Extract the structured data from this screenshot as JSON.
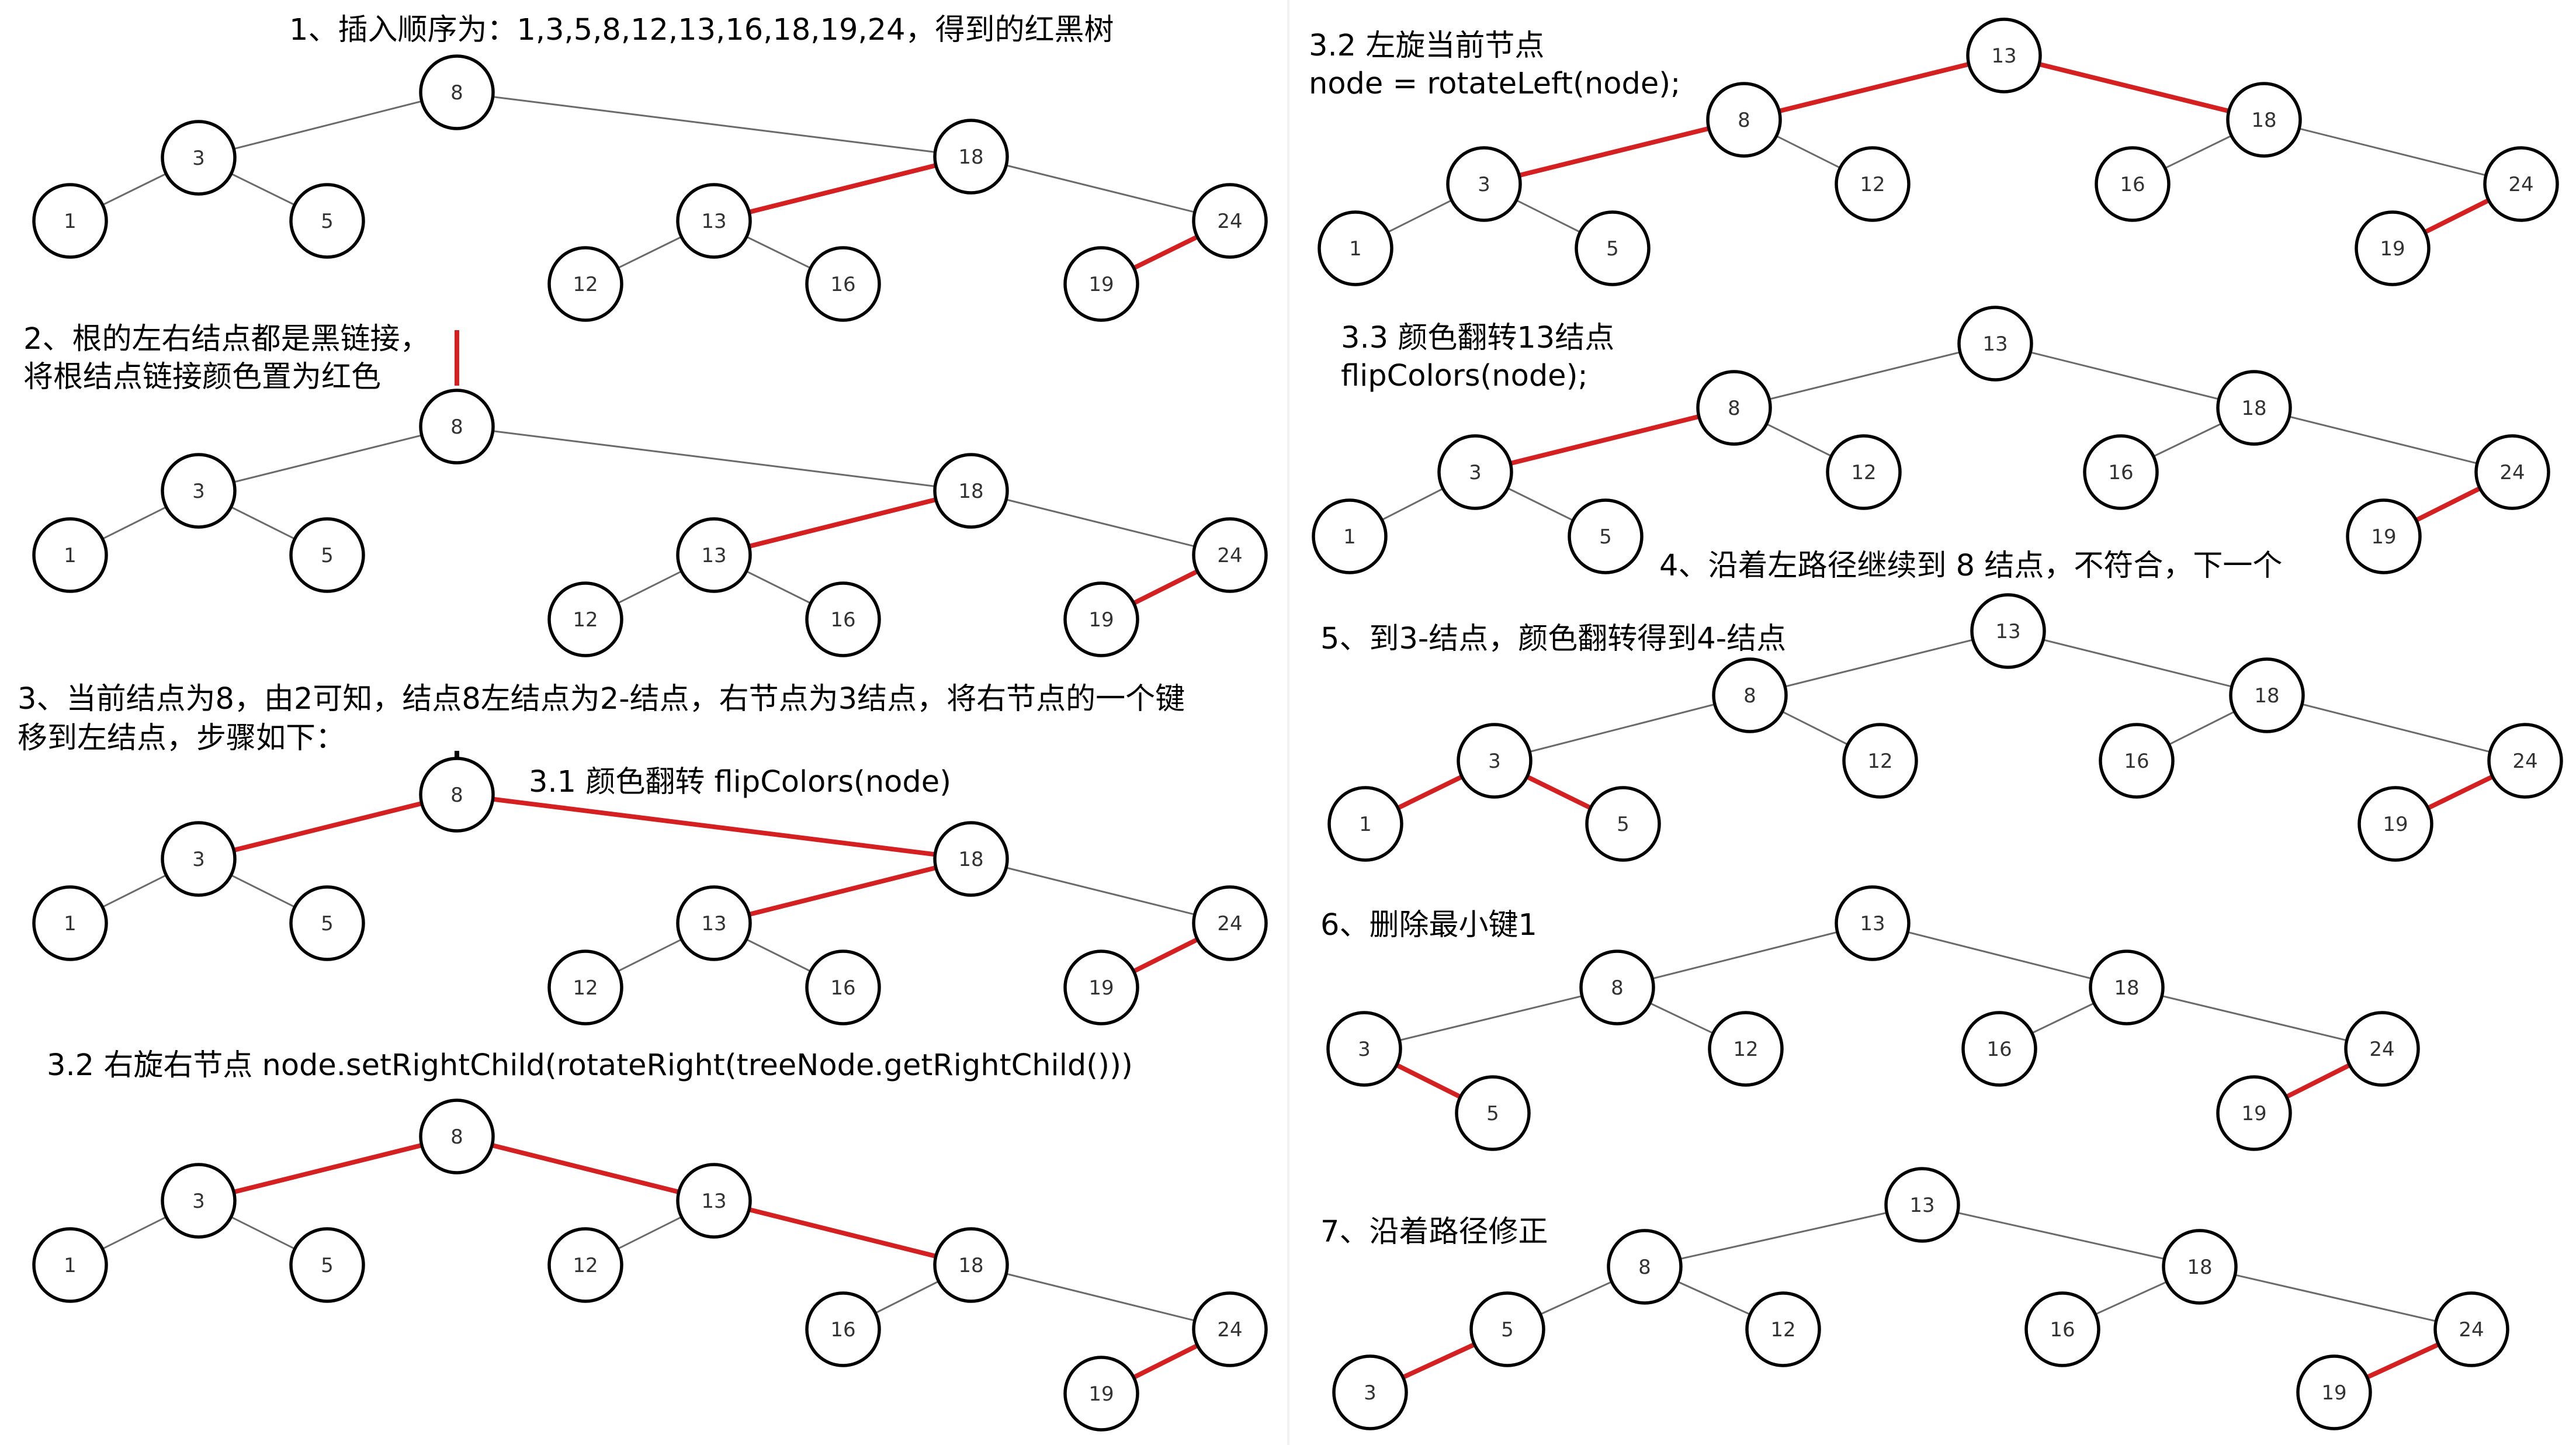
{
  "colors": {
    "red_link": "#d42020",
    "black_link": "#6a6a6a",
    "node_stroke": "#000000",
    "text": "#000000"
  },
  "captions": {
    "step1": "1、插入顺序为：1,3,5,8,12,13,16,18,19,24，得到的红黑树",
    "step2_line1": "2、根的左右结点都是黑链接，",
    "step2_line2": "将根结点链接颜色置为红色",
    "step3_line1": "3、当前结点为8，由2可知，结点8左结点为2-结点，右节点为3结点，将右节点的一个键",
    "step3_line2": "移到左结点，步骤如下：",
    "step3_1": "3.1 颜色翻转 flipColors(node)",
    "step3_2a": "3.2 右旋右节点 node.setRightChild(rotateRight(treeNode.getRightChild()))",
    "step3_2b_line1": "3.2 左旋当前节点",
    "step3_2b_line2": "node = rotateLeft(node);",
    "step3_3_line1": "3.3 颜色翻转13结点",
    "step3_3_line2": "flipColors(node);",
    "step4": "4、沿着左路径继续到 8 结点，不符合，下一个",
    "step5": "5、到3-结点，颜色翻转得到4-结点",
    "step6": "6、删除最小键1",
    "step7": "7、沿着路径修正"
  },
  "trees": [
    {
      "id": "t1",
      "nodes": [
        "8",
        "3",
        "1",
        "5",
        "18",
        "13",
        "12",
        "16",
        "24",
        "19"
      ],
      "edges": [
        [
          "8",
          "3",
          "black"
        ],
        [
          "8",
          "18",
          "black"
        ],
        [
          "3",
          "1",
          "black"
        ],
        [
          "3",
          "5",
          "black"
        ],
        [
          "18",
          "13",
          "red"
        ],
        [
          "18",
          "24",
          "black"
        ],
        [
          "13",
          "12",
          "black"
        ],
        [
          "13",
          "16",
          "black"
        ],
        [
          "24",
          "19",
          "red"
        ]
      ]
    },
    {
      "id": "t2",
      "nodes": [
        "8",
        "3",
        "1",
        "5",
        "18",
        "13",
        "12",
        "16",
        "24",
        "19"
      ],
      "edges": [
        [
          "8",
          "3",
          "black"
        ],
        [
          "8",
          "18",
          "black"
        ],
        [
          "3",
          "1",
          "black"
        ],
        [
          "3",
          "5",
          "black"
        ],
        [
          "18",
          "13",
          "red"
        ],
        [
          "18",
          "24",
          "black"
        ],
        [
          "13",
          "12",
          "black"
        ],
        [
          "13",
          "16",
          "black"
        ],
        [
          "24",
          "19",
          "red"
        ]
      ]
    },
    {
      "id": "t3",
      "nodes": [
        "8",
        "3",
        "1",
        "5",
        "18",
        "13",
        "12",
        "16",
        "24",
        "19"
      ],
      "edges": [
        [
          "8",
          "3",
          "red"
        ],
        [
          "8",
          "18",
          "red"
        ],
        [
          "3",
          "1",
          "black"
        ],
        [
          "3",
          "5",
          "black"
        ],
        [
          "18",
          "13",
          "red"
        ],
        [
          "18",
          "24",
          "black"
        ],
        [
          "13",
          "12",
          "black"
        ],
        [
          "13",
          "16",
          "black"
        ],
        [
          "24",
          "19",
          "red"
        ]
      ]
    },
    {
      "id": "t4",
      "nodes": [
        "8",
        "3",
        "1",
        "5",
        "13",
        "12",
        "18",
        "16",
        "24",
        "19"
      ],
      "edges": [
        [
          "8",
          "3",
          "red"
        ],
        [
          "8",
          "13",
          "red"
        ],
        [
          "3",
          "1",
          "black"
        ],
        [
          "3",
          "5",
          "black"
        ],
        [
          "13",
          "12",
          "black"
        ],
        [
          "13",
          "18",
          "red"
        ],
        [
          "18",
          "16",
          "black"
        ],
        [
          "18",
          "24",
          "black"
        ],
        [
          "24",
          "19",
          "red"
        ]
      ]
    },
    {
      "id": "t5",
      "nodes": [
        "13",
        "8",
        "18",
        "3",
        "12",
        "1",
        "5",
        "16",
        "24",
        "19"
      ],
      "edges": [
        [
          "13",
          "8",
          "red"
        ],
        [
          "13",
          "18",
          "red"
        ],
        [
          "8",
          "3",
          "red"
        ],
        [
          "8",
          "12",
          "black"
        ],
        [
          "3",
          "1",
          "black"
        ],
        [
          "3",
          "5",
          "black"
        ],
        [
          "18",
          "16",
          "black"
        ],
        [
          "18",
          "24",
          "black"
        ],
        [
          "24",
          "19",
          "red"
        ]
      ]
    },
    {
      "id": "t6",
      "nodes": [
        "13",
        "8",
        "18",
        "3",
        "12",
        "1",
        "5",
        "16",
        "24",
        "19"
      ],
      "edges": [
        [
          "13",
          "8",
          "black"
        ],
        [
          "13",
          "18",
          "black"
        ],
        [
          "8",
          "3",
          "red"
        ],
        [
          "8",
          "12",
          "black"
        ],
        [
          "3",
          "1",
          "black"
        ],
        [
          "3",
          "5",
          "black"
        ],
        [
          "18",
          "16",
          "black"
        ],
        [
          "18",
          "24",
          "black"
        ],
        [
          "24",
          "19",
          "red"
        ]
      ]
    },
    {
      "id": "t7",
      "nodes": [
        "13",
        "8",
        "18",
        "3",
        "12",
        "1",
        "5",
        "16",
        "24",
        "19"
      ],
      "edges": [
        [
          "13",
          "8",
          "black"
        ],
        [
          "13",
          "18",
          "black"
        ],
        [
          "8",
          "3",
          "black"
        ],
        [
          "8",
          "12",
          "black"
        ],
        [
          "3",
          "1",
          "red"
        ],
        [
          "3",
          "5",
          "red"
        ],
        [
          "18",
          "16",
          "black"
        ],
        [
          "18",
          "24",
          "black"
        ],
        [
          "24",
          "19",
          "red"
        ]
      ]
    },
    {
      "id": "t8",
      "nodes": [
        "13",
        "8",
        "18",
        "3",
        "12",
        "5",
        "16",
        "24",
        "19"
      ],
      "edges": [
        [
          "13",
          "8",
          "black"
        ],
        [
          "13",
          "18",
          "black"
        ],
        [
          "8",
          "3",
          "black"
        ],
        [
          "8",
          "12",
          "black"
        ],
        [
          "3",
          "5",
          "red"
        ],
        [
          "18",
          "16",
          "black"
        ],
        [
          "18",
          "24",
          "black"
        ],
        [
          "24",
          "19",
          "red"
        ]
      ]
    },
    {
      "id": "t9",
      "nodes": [
        "13",
        "8",
        "18",
        "5",
        "12",
        "3",
        "16",
        "24",
        "19"
      ],
      "edges": [
        [
          "13",
          "8",
          "black"
        ],
        [
          "13",
          "18",
          "black"
        ],
        [
          "8",
          "5",
          "black"
        ],
        [
          "8",
          "12",
          "black"
        ],
        [
          "5",
          "3",
          "red"
        ],
        [
          "18",
          "16",
          "black"
        ],
        [
          "18",
          "24",
          "black"
        ],
        [
          "24",
          "19",
          "red"
        ]
      ]
    }
  ]
}
